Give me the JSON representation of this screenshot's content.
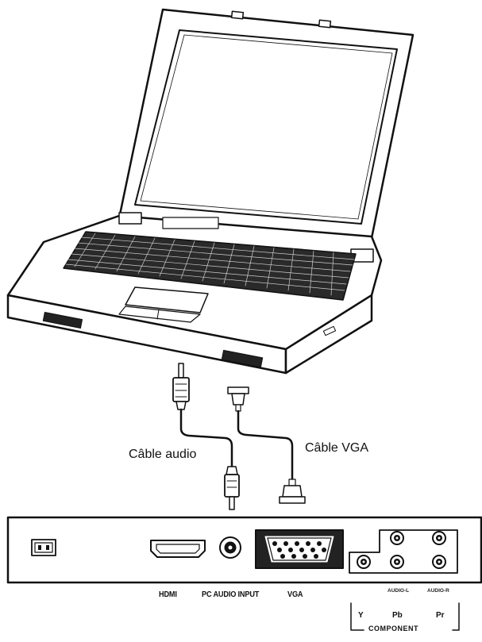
{
  "cables": {
    "audio_label": "Câble audio",
    "vga_label": "Câble VGA"
  },
  "ports": {
    "hdmi": "HDMI",
    "pc_audio": "PC AUDIO INPUT",
    "vga": "VGA",
    "audio_l": "AUDIO-L",
    "audio_r": "AUDIO-R",
    "y": "Y",
    "pb": "Pb",
    "pr": "Pr",
    "component": "COMPONENT"
  }
}
